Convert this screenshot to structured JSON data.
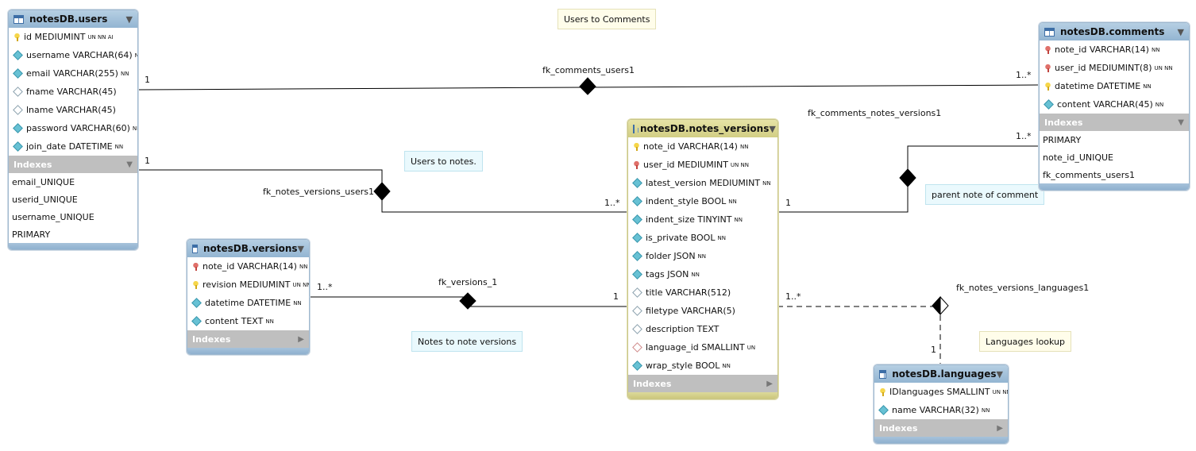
{
  "tables": {
    "users": {
      "name": "notesDB.users",
      "columns": [
        {
          "key": "pk",
          "name": "id MEDIUMINT",
          "flags": "UN NN AI"
        },
        {
          "key": "nn",
          "name": "username VARCHAR(64)",
          "flags": "NN"
        },
        {
          "key": "nn",
          "name": "email VARCHAR(255)",
          "flags": "NN"
        },
        {
          "key": "null",
          "name": "fname VARCHAR(45)",
          "flags": ""
        },
        {
          "key": "null",
          "name": "lname VARCHAR(45)",
          "flags": ""
        },
        {
          "key": "nn",
          "name": "password VARCHAR(60)",
          "flags": "NN"
        },
        {
          "key": "nn",
          "name": "join_date DATETIME",
          "flags": "NN"
        }
      ],
      "indexes_label": "Indexes",
      "indexes": [
        "email_UNIQUE",
        "userid_UNIQUE",
        "username_UNIQUE",
        "PRIMARY"
      ]
    },
    "comments": {
      "name": "notesDB.comments",
      "columns": [
        {
          "key": "fk",
          "name": "note_id VARCHAR(14)",
          "flags": "NN"
        },
        {
          "key": "fk",
          "name": "user_id MEDIUMINT(8)",
          "flags": "UN NN"
        },
        {
          "key": "pk",
          "name": "datetime DATETIME",
          "flags": "NN"
        },
        {
          "key": "nn",
          "name": "content VARCHAR(45)",
          "flags": "NN"
        }
      ],
      "indexes_label": "Indexes",
      "indexes": [
        "PRIMARY",
        "note_id_UNIQUE",
        "fk_comments_users1"
      ]
    },
    "notes_versions": {
      "name": "notesDB.notes_versions",
      "columns": [
        {
          "key": "pk",
          "name": "note_id VARCHAR(14)",
          "flags": "NN"
        },
        {
          "key": "fk",
          "name": "user_id MEDIUMINT",
          "flags": "UN NN"
        },
        {
          "key": "nn",
          "name": "latest_version MEDIUMINT",
          "flags": "NN"
        },
        {
          "key": "nn",
          "name": "indent_style BOOL",
          "flags": "NN"
        },
        {
          "key": "nn",
          "name": "indent_size TINYINT",
          "flags": "NN"
        },
        {
          "key": "nn",
          "name": "is_private BOOL",
          "flags": "NN"
        },
        {
          "key": "nn",
          "name": "folder JSON",
          "flags": "NN"
        },
        {
          "key": "nn",
          "name": "tags JSON",
          "flags": "NN"
        },
        {
          "key": "null",
          "name": "title VARCHAR(512)",
          "flags": ""
        },
        {
          "key": "null",
          "name": "filetype VARCHAR(5)",
          "flags": ""
        },
        {
          "key": "null",
          "name": "description TEXT",
          "flags": ""
        },
        {
          "key": "fknull",
          "name": "language_id SMALLINT",
          "flags": "UN"
        },
        {
          "key": "nn",
          "name": "wrap_style BOOL",
          "flags": "NN"
        }
      ],
      "indexes_label": "Indexes"
    },
    "versions": {
      "name": "notesDB.versions",
      "columns": [
        {
          "key": "fk",
          "name": "note_id VARCHAR(14)",
          "flags": "NN"
        },
        {
          "key": "pk",
          "name": "revision MEDIUMINT",
          "flags": "UN NN"
        },
        {
          "key": "nn",
          "name": "datetime DATETIME",
          "flags": "NN"
        },
        {
          "key": "nn",
          "name": "content TEXT",
          "flags": "NN"
        }
      ],
      "indexes_label": "Indexes"
    },
    "languages": {
      "name": "notesDB.languages",
      "columns": [
        {
          "key": "pk",
          "name": "IDlanguages SMALLINT",
          "flags": "UN NN"
        },
        {
          "key": "nn",
          "name": "name VARCHAR(32)",
          "flags": "NN"
        }
      ],
      "indexes_label": "Indexes"
    }
  },
  "notes": {
    "users_to_comments": "Users to Comments",
    "users_to_notes": "Users to notes.",
    "parent_note": "parent note of comment",
    "notes_to_versions": "Notes to note versions",
    "languages_lookup": "Languages lookup"
  },
  "relationships": {
    "fk_comments_users1": {
      "name": "fk_comments_users1",
      "from_card": "1",
      "to_card": "1..*"
    },
    "fk_notes_versions_users1": {
      "name": "fk_notes_versions_users1",
      "from_card": "1",
      "to_card": "1..*"
    },
    "fk_comments_notes_versions1": {
      "name": "fk_comments_notes_versions1",
      "from_card": "1",
      "to_card": "1..*"
    },
    "fk_versions_1": {
      "name": "fk_versions_1",
      "from_card": "1",
      "to_card": "1..*"
    },
    "fk_notes_versions_languages1": {
      "name": "fk_notes_versions_languages1",
      "from_card": "1",
      "to_card": "1..*"
    }
  },
  "colors": {
    "table_header": "#93b5d2",
    "selected_header": "#d2ce84",
    "note_yellow": "#fffdea",
    "note_blue": "#eaf9fd"
  }
}
